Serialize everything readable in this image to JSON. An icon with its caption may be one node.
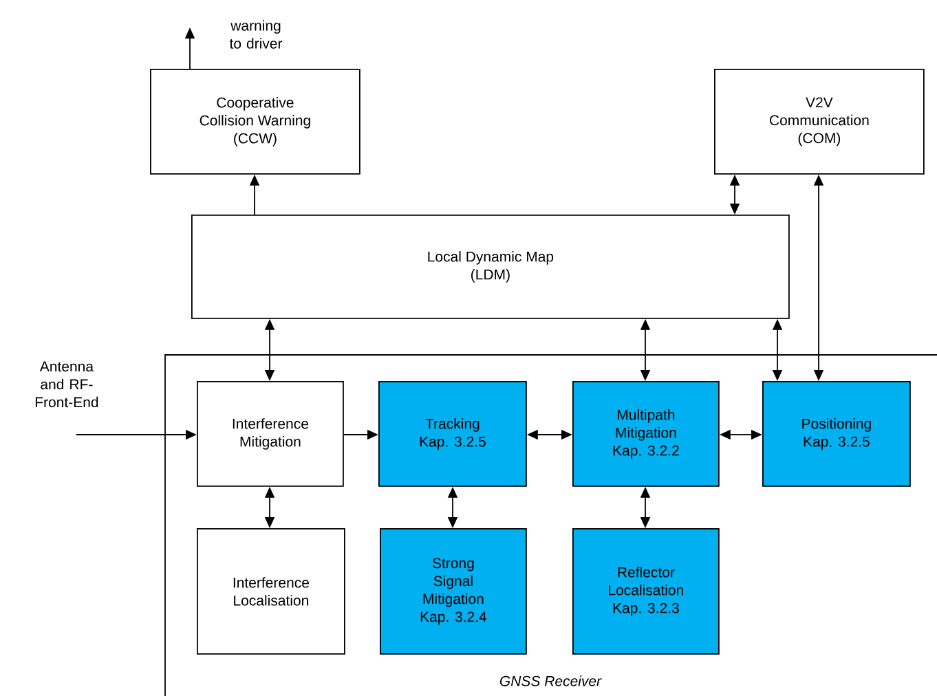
{
  "diagram": {
    "nodes": [
      {
        "text": [
          "Cooperative Collision Warning (CCW)"
        ]
      },
      {
        "text": [
          "V2V Communication (COM)"
        ]
      },
      {
        "text": [
          "Local Dynamic Map (LDM)"
        ]
      },
      {
        "text": [
          "Antenna and RF-Front-End"
        ]
      },
      {
        "text": [
          "GNSS Receiver"
        ]
      },
      {
        "text": [
          "Interference Mitigation"
        ],
        "in": 4
      },
      {
        "text": [
          "Tracking Kap. 3.2.5"
        ],
        "in": 4
      },
      {
        "text": [
          "Multipath Mitigation Kap. 3.2.2"
        ],
        "in": 4
      },
      {
        "text": [
          "Positioning Kap. 3.2.5"
        ],
        "in": 4
      },
      {
        "text": [
          "Interference Localisation"
        ],
        "in": 4
      },
      {
        "text": [
          "Strong Signal Mitigation Kap. 3.2.4"
        ],
        "in": 4
      },
      {
        "text": [
          "Reflector Localisation Kap. 3.2.3"
        ],
        "in": 4
      }
    ],
    "edges": [
      {
        "from": 0,
        "to": null,
        "arrow": "to",
        "label": "warning to driver"
      },
      {
        "from": 2,
        "to": 0,
        "arrow": "to"
      },
      {
        "from": 2,
        "to": 1,
        "arrow": "both"
      },
      {
        "from": 8,
        "to": 1,
        "arrow": "both"
      },
      {
        "from": 5,
        "to": 2,
        "arrow": "both"
      },
      {
        "from": 7,
        "to": 2,
        "arrow": "both"
      },
      {
        "from": 8,
        "to": 2,
        "arrow": "both"
      },
      {
        "from": 3,
        "to": 5,
        "arrow": "to"
      },
      {
        "from": 5,
        "to": 6,
        "arrow": "to"
      },
      {
        "from": 6,
        "to": 7,
        "arrow": "both"
      },
      {
        "from": 7,
        "to": 8,
        "arrow": "both"
      },
      {
        "from": 5,
        "to": 9,
        "arrow": "both"
      },
      {
        "from": 6,
        "to": 10,
        "arrow": "both"
      },
      {
        "from": 7,
        "to": 11,
        "arrow": "both"
      }
    ]
  }
}
